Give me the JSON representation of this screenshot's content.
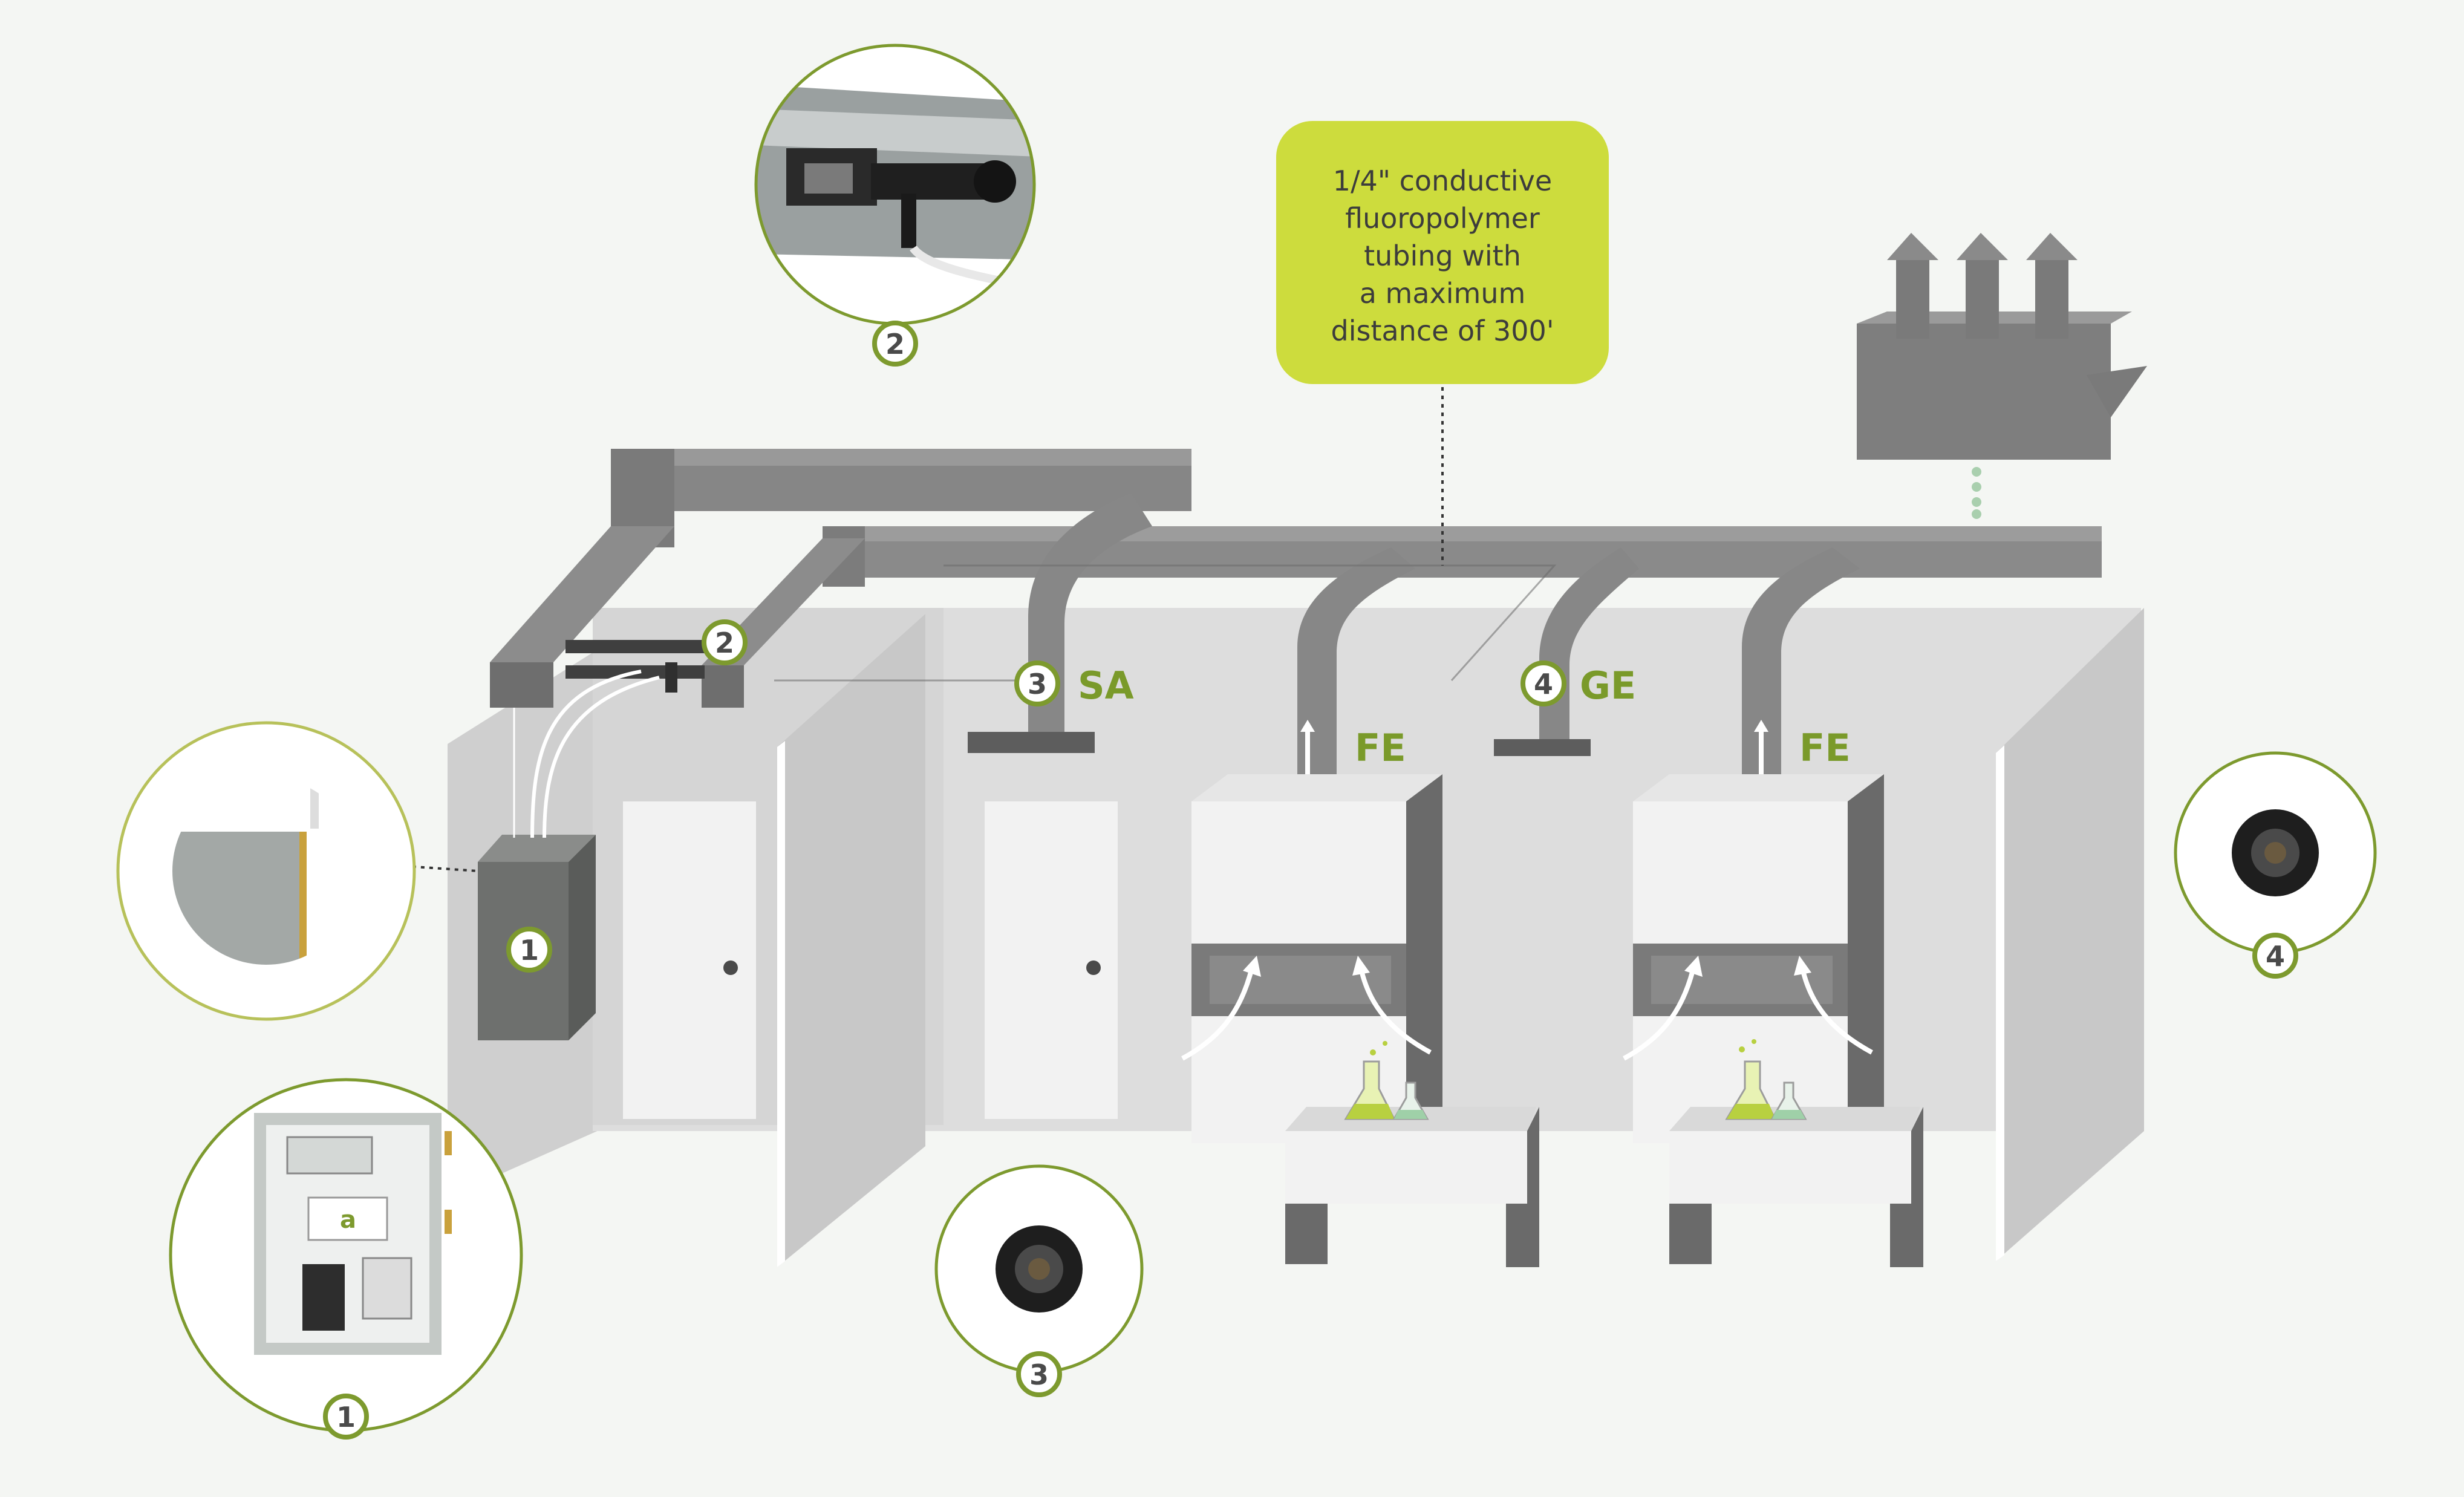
{
  "callout": {
    "lines": [
      "1/4\" conductive",
      "fluoropolymer",
      "tubing with",
      "a maximum",
      "distance of 300'"
    ]
  },
  "labels": {
    "sa": "SA",
    "ge": "GE",
    "fe_left": "FE",
    "fe_right": "FE"
  },
  "badges": {
    "one": "1",
    "two": "2",
    "three": "3",
    "four": "4"
  },
  "colors": {
    "accent_green": "#cddc3d",
    "label_green": "#7a9a2a",
    "badge_ring": "#7d9a2e",
    "duct": "#7d7d7d",
    "wall": "#d9d9d9",
    "background": "#f4f6f3"
  },
  "icons": [
    "exhaust-fan-icon",
    "flask-icon",
    "airflow-arrow-icon",
    "sensor-port-icon",
    "control-panel-icon"
  ]
}
